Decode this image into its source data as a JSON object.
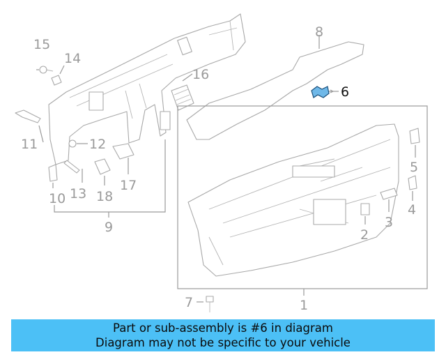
{
  "callouts": {
    "c1": "1",
    "c2": "2",
    "c3": "3",
    "c4": "4",
    "c5": "5",
    "c6": "6",
    "c7": "7",
    "c8": "8",
    "c9": "9",
    "c10": "10",
    "c11": "11",
    "c12": "12",
    "c13": "13",
    "c14": "14",
    "c15": "15",
    "c16": "16",
    "c17": "17",
    "c18": "18"
  },
  "highlighted_part": "6",
  "colors": {
    "banner": "#4cc0f6",
    "highlight": "#6fb8e8",
    "lines": "#9a9a9a"
  },
  "banner": {
    "line1": "Part or sub-assembly is #6 in diagram",
    "line2": "Diagram may not be specific to your vehicle"
  }
}
